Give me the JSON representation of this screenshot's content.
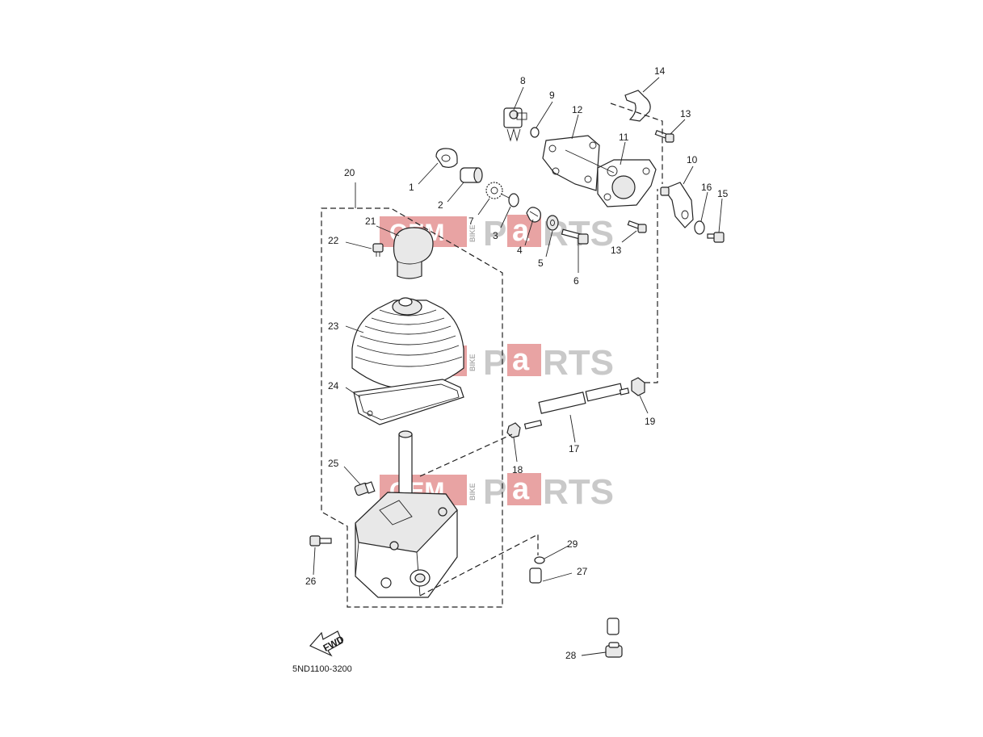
{
  "diagram_code": "5ND1100-3200",
  "fwd_label": "FWD",
  "watermark": {
    "oem": "OEM",
    "bike": "BIKE",
    "p": "P",
    "a": "a",
    "rts": "RTS"
  },
  "part_labels": [
    "1",
    "2",
    "3",
    "4",
    "5",
    "6",
    "7",
    "8",
    "9",
    "10",
    "11",
    "12",
    "13",
    "13",
    "14",
    "15",
    "16",
    "17",
    "18",
    "19",
    "20",
    "21",
    "22",
    "23",
    "24",
    "25",
    "26",
    "27",
    "28",
    "29"
  ],
  "colors": {
    "line": "#222222",
    "watermark_red": "#e8a3a3",
    "watermark_gray": "#c9c9c9"
  }
}
